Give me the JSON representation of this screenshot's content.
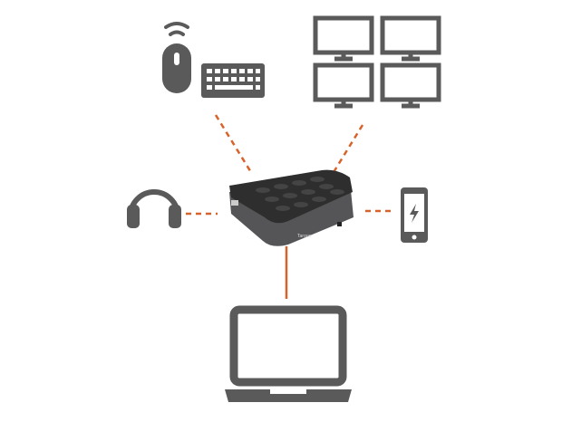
{
  "diagram": {
    "subject": "docking-station-connectivity",
    "dock_logo_text": "Targus",
    "colors": {
      "icon": "#5a5a5a",
      "connector": "#d9622b",
      "dock_top": "#2e2e2e",
      "dock_body": "#555558"
    },
    "devices": [
      "mouse",
      "keyboard",
      "monitors",
      "headphones",
      "smartphone",
      "laptop"
    ]
  }
}
